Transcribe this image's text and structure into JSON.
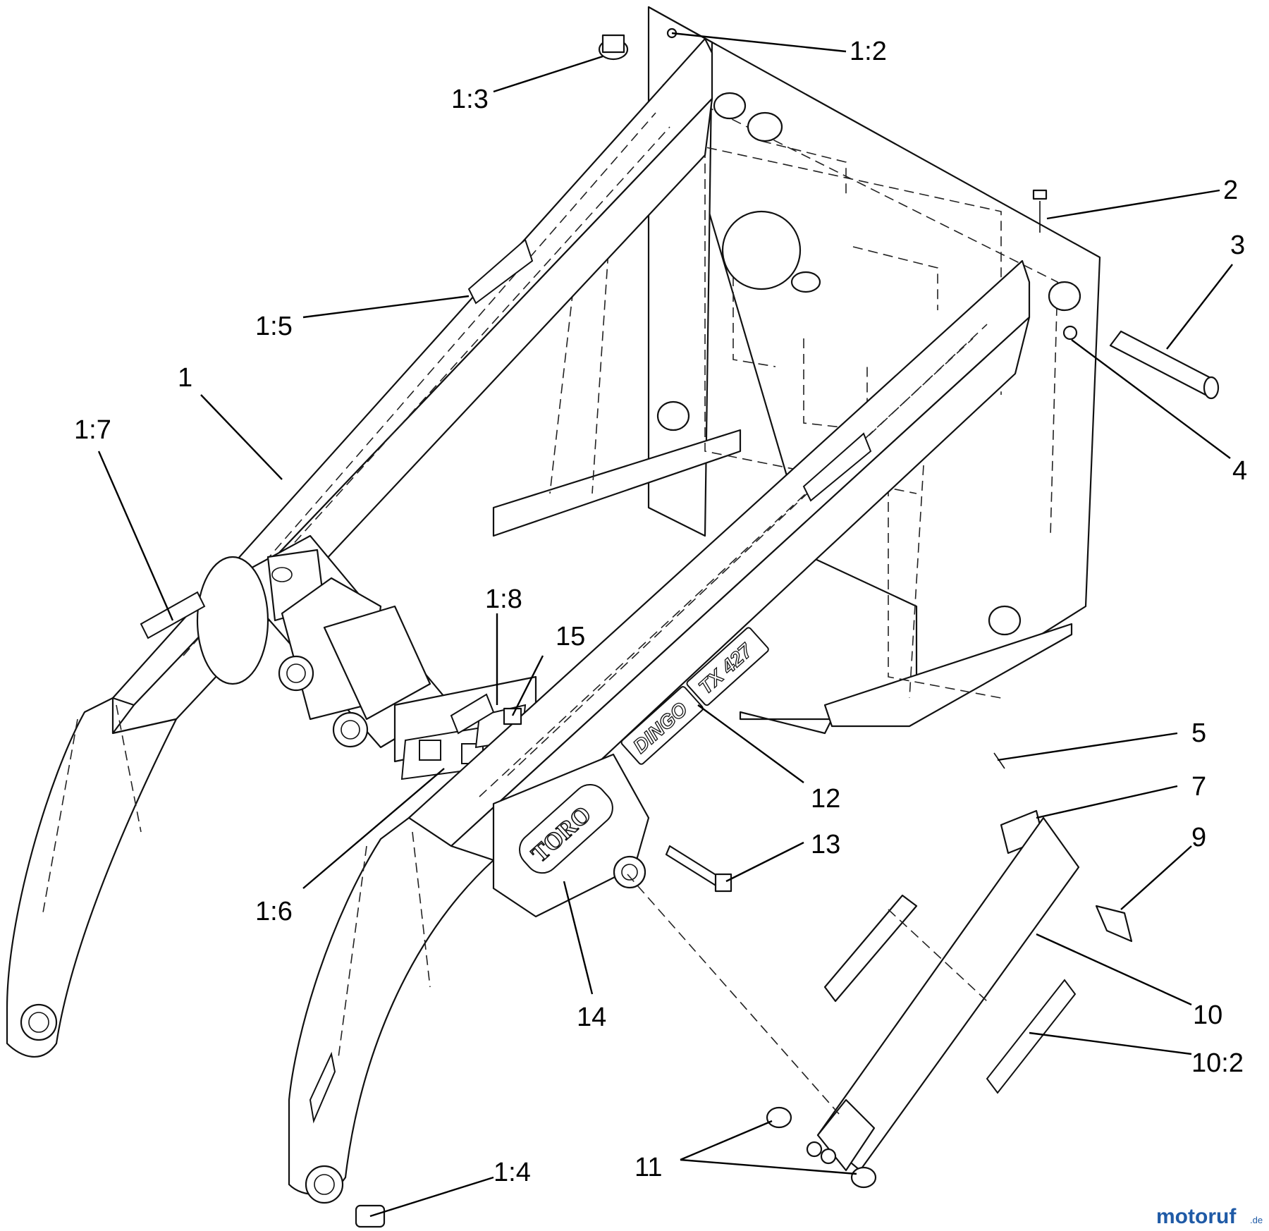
{
  "callouts": [
    {
      "id": "c-1-2",
      "label": "1:2"
    },
    {
      "id": "c-1-3",
      "label": "1:3"
    },
    {
      "id": "c-2",
      "label": "2"
    },
    {
      "id": "c-3",
      "label": "3"
    },
    {
      "id": "c-4",
      "label": "4"
    },
    {
      "id": "c-1-5",
      "label": "1:5"
    },
    {
      "id": "c-1",
      "label": "1"
    },
    {
      "id": "c-1-7",
      "label": "1:7"
    },
    {
      "id": "c-1-8",
      "label": "1:8"
    },
    {
      "id": "c-15",
      "label": "15"
    },
    {
      "id": "c-5",
      "label": "5"
    },
    {
      "id": "c-7",
      "label": "7"
    },
    {
      "id": "c-12",
      "label": "12"
    },
    {
      "id": "c-13",
      "label": "13"
    },
    {
      "id": "c-9",
      "label": "9"
    },
    {
      "id": "c-1-6",
      "label": "1:6"
    },
    {
      "id": "c-10",
      "label": "10"
    },
    {
      "id": "c-14",
      "label": "14"
    },
    {
      "id": "c-10-2",
      "label": "10:2"
    },
    {
      "id": "c-11",
      "label": "11"
    },
    {
      "id": "c-1-4",
      "label": "1:4"
    }
  ],
  "decals": {
    "brand": "TORO",
    "model_name": "DINGO",
    "model_number": "TX 427"
  },
  "watermark": {
    "text": "motoruf",
    "suffix": ".de",
    "colors": {
      "moto": "#1f5aa6",
      "r": "#e0332b",
      "u": "#f2a32d",
      "f": "#3a9a3a",
      "suffix": "#1f5aa6"
    }
  }
}
